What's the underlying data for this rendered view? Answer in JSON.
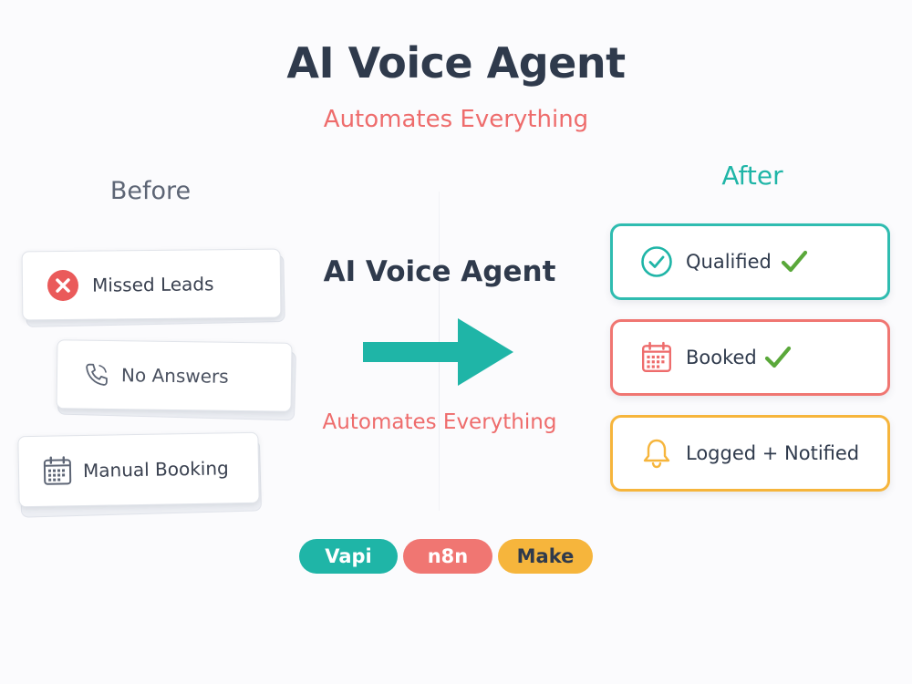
{
  "header": {
    "title": "AI Voice Agent",
    "subtitle": "Automates Everything"
  },
  "before": {
    "label": "Before",
    "items": [
      {
        "label": "Missed Leads",
        "icon": "x-circle-icon"
      },
      {
        "label": "No Answers",
        "icon": "phone-icon"
      },
      {
        "label": "Manual Booking",
        "icon": "calendar-icon"
      }
    ]
  },
  "center": {
    "title": "AI Voice Agent",
    "subtitle": "Automates Everything",
    "arrow_icon": "arrow-right-icon"
  },
  "after": {
    "label": "After",
    "items": [
      {
        "label": "Qualified",
        "icon": "check-circle-icon",
        "color": "#1fb5a7"
      },
      {
        "label": "Booked",
        "icon": "calendar-icon",
        "color": "#ee6c6c"
      },
      {
        "label": "Logged + Notified",
        "icon": "bell-icon",
        "color": "#f6b53c"
      }
    ]
  },
  "tools": [
    {
      "label": "Vapi",
      "color": "#1fb5a7"
    },
    {
      "label": "n8n",
      "color": "#f07672"
    },
    {
      "label": "Make",
      "color": "#f6b53c"
    }
  ],
  "colors": {
    "teal": "#1fb5a7",
    "coral": "#ee6c6c",
    "amber": "#f6b53c",
    "check_green": "#5aa83a",
    "text_dark": "#2f3a4c"
  }
}
